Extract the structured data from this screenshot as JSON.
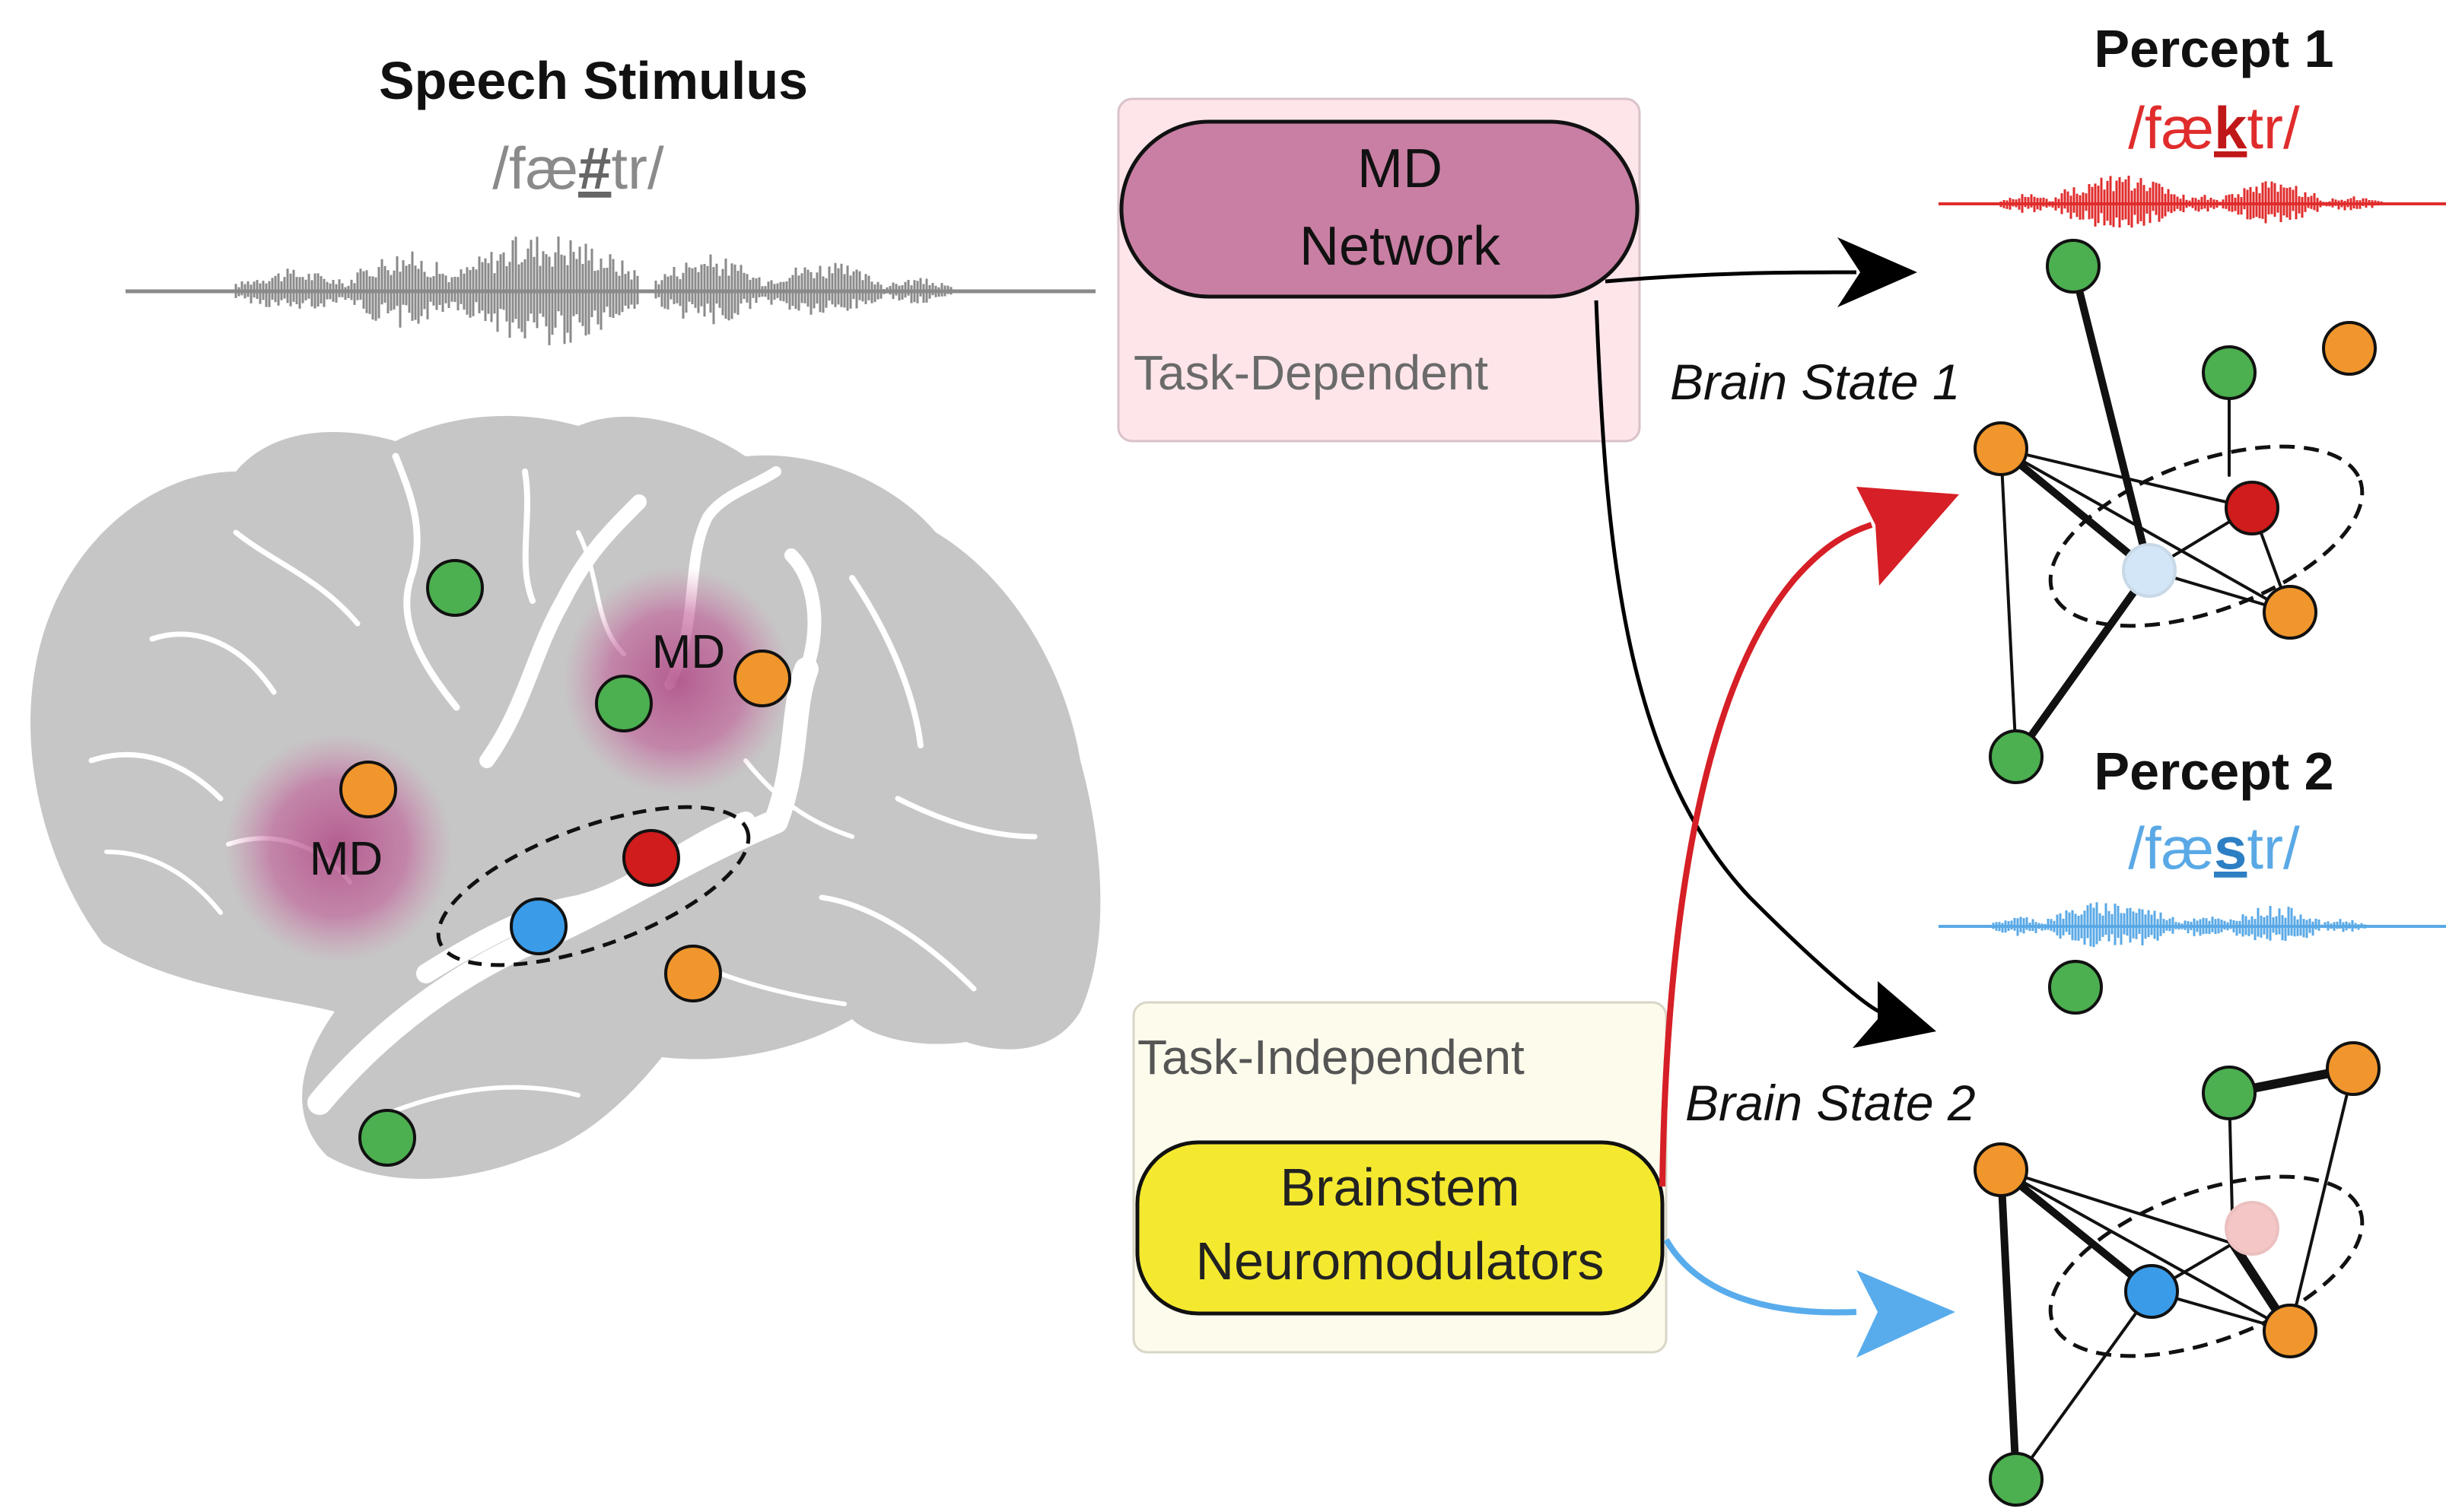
{
  "speech": {
    "title": "Speech Stimulus",
    "phon_pre": "/fæ",
    "phon_mid": "#",
    "phon_post": "tr/"
  },
  "percept1": {
    "title": "Percept 1",
    "phon_pre": "/fæ",
    "phon_mid": "k",
    "phon_post": "tr/"
  },
  "percept2": {
    "title": "Percept 2",
    "phon_pre": "/fæ",
    "phon_mid": "s",
    "phon_post": "tr/"
  },
  "md_box": {
    "line1": "MD",
    "line2": "Network",
    "caption": "Task-Dependent"
  },
  "bs_box": {
    "caption": "Task-Independent",
    "line1": "Brainstem",
    "line2": "Neuromodulators"
  },
  "brain": {
    "md_label_1": "MD",
    "md_label_2": "MD"
  },
  "state1": {
    "label": "Brain State 1"
  },
  "state2": {
    "label": "Brain State 2"
  },
  "colors": {
    "green": "#4caf50",
    "orange": "#f0962c",
    "red": "#d01c1c",
    "blue": "#3a9be8",
    "pale_blue": "#d2e6f7",
    "pale_red": "#f4c6c6",
    "md_fill": "#c97fa3",
    "md_panel": "#fde5ea",
    "bs_fill": "#f5e930",
    "bs_panel": "#fdfbec",
    "brain": "#c6c6c6",
    "percept1": "#e02c2c",
    "percept2": "#5aa9e6",
    "stimulus": "#8a8a8a"
  }
}
